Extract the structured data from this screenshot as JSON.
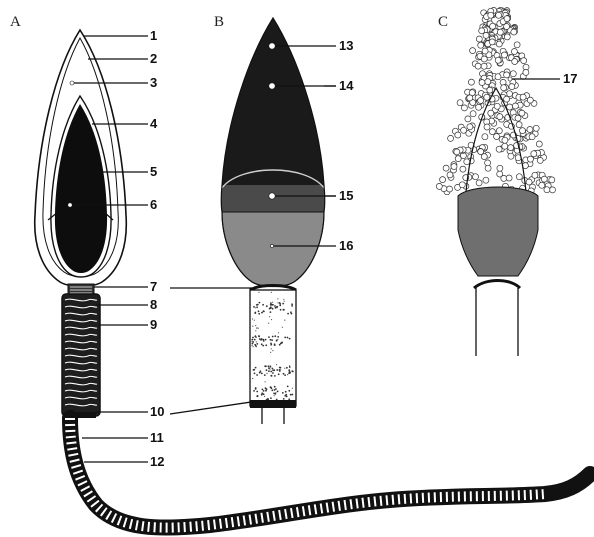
{
  "panels": [
    {
      "id": "A",
      "label": "A"
    },
    {
      "id": "B",
      "label": "B"
    },
    {
      "id": "C",
      "label": "C"
    }
  ],
  "callouts": [
    {
      "id": "c1",
      "label": "1"
    },
    {
      "id": "c2",
      "label": "2"
    },
    {
      "id": "c3",
      "label": "3"
    },
    {
      "id": "c4",
      "label": "4"
    },
    {
      "id": "c5",
      "label": "5"
    },
    {
      "id": "c6",
      "label": "6"
    },
    {
      "id": "c7",
      "label": "7"
    },
    {
      "id": "c8",
      "label": "8"
    },
    {
      "id": "c9",
      "label": "9"
    },
    {
      "id": "c10",
      "label": "10"
    },
    {
      "id": "c11",
      "label": "11"
    },
    {
      "id": "c12",
      "label": "12"
    },
    {
      "id": "c13",
      "label": "13"
    },
    {
      "id": "c14",
      "label": "14"
    },
    {
      "id": "c15",
      "label": "15"
    },
    {
      "id": "c16",
      "label": "16"
    },
    {
      "id": "c17",
      "label": "17"
    }
  ],
  "colors": {
    "ink": "#111111",
    "nucleus": "#0d0d0d",
    "acrosome_dark": "#1a1a1a",
    "equatorial": "#4a4a4a",
    "postacrosomal": "#8a8a8a",
    "membrane_fill": "#ffffff",
    "acrosome_c": "#6f6f6f"
  }
}
